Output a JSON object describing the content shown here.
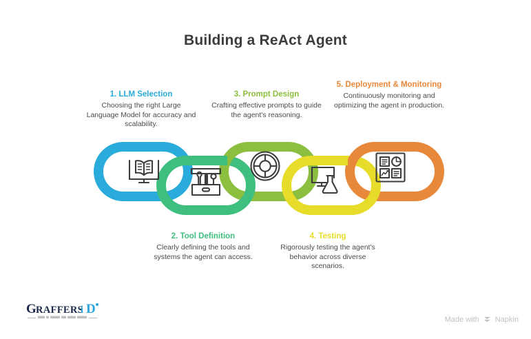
{
  "header": {
    "title": "Building a ReAct Agent"
  },
  "colors": {
    "step1": "#29ABDB",
    "step2": "#3FBF7F",
    "step3": "#8CBE3F",
    "step4": "#E8DC2A",
    "step5": "#E8883A",
    "title_text": "#3c3c3c",
    "body_text": "#4a4a4a",
    "footer_text": "#c2c2c2",
    "icon_stroke": "#3d3d3d",
    "logo_dark": "#1b2a4a"
  },
  "steps": [
    {
      "number": "1",
      "heading": "1. LLM Selection",
      "description": "Choosing the right Large Language Model for accuracy and scalability.",
      "icon": "monitor-book-icon",
      "color": "#29ABDB",
      "position": "top"
    },
    {
      "number": "2",
      "heading": "2. Tool Definition",
      "description": "Clearly defining the tools and systems the agent can access.",
      "icon": "toolbox-icon",
      "color": "#3FBF7F",
      "position": "bottom"
    },
    {
      "number": "3",
      "heading": "3. Prompt Design",
      "description": "Crafting effective prompts to guide the agent's reasoning.",
      "icon": "wheel-target-icon",
      "color": "#8CBE3F",
      "position": "top"
    },
    {
      "number": "4",
      "heading": "4. Testing",
      "description": "Rigorously testing the agent's behavior across diverse scenarios.",
      "icon": "monitor-flask-icon",
      "color": "#E8DC2A",
      "position": "bottom"
    },
    {
      "number": "5",
      "heading": "5. Deployment & Monitoring",
      "description": "Continuously monitoring and optimizing the agent in production.",
      "icon": "dashboard-chart-icon",
      "color": "#E8883A",
      "position": "top"
    }
  ],
  "footer": {
    "brand_name": "GRAFFERSiD",
    "brand_initial": "G",
    "brand_rest": "RAFFERS",
    "brand_i": "i",
    "brand_d": "D",
    "made_with_label": "Made with",
    "made_with_product": "Napkin"
  }
}
